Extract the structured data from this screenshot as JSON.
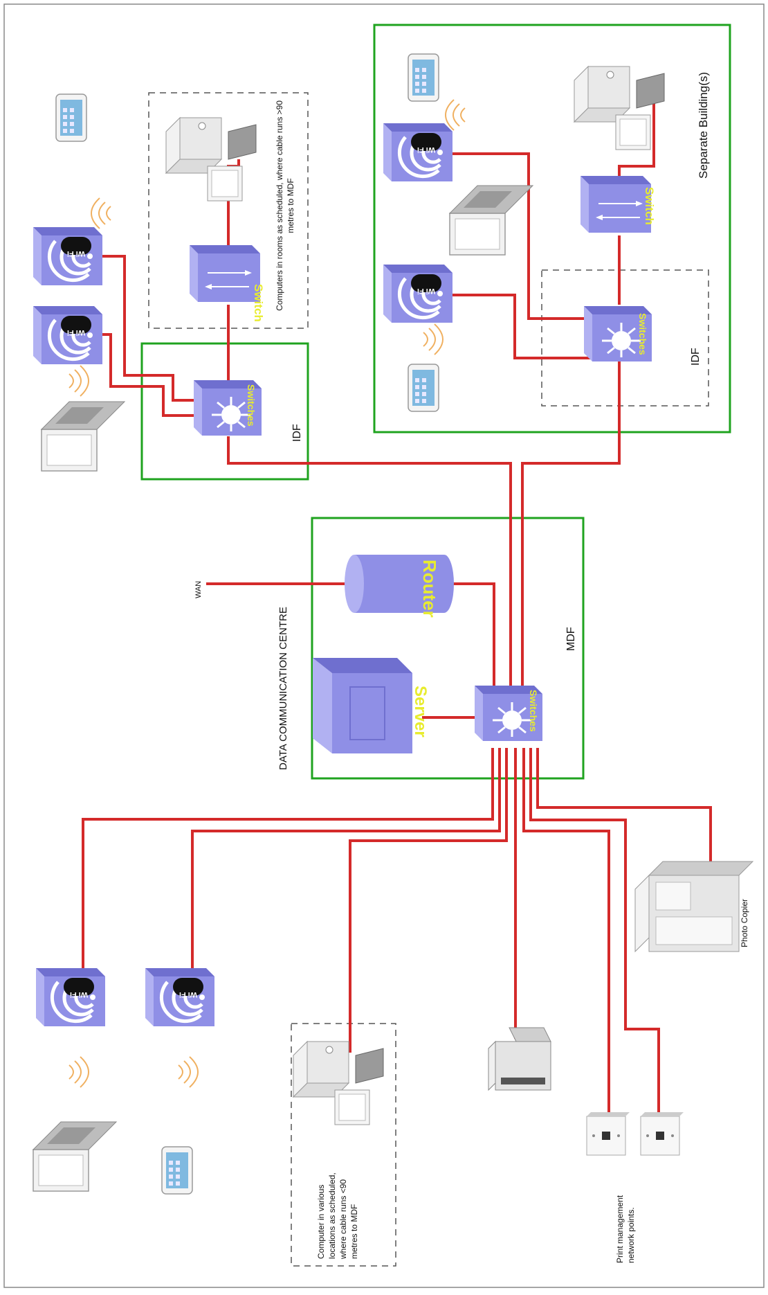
{
  "colors": {
    "cable": "#d42a2a",
    "zone_border": "#1fa31f",
    "device_fill": "#8f8fe6",
    "device_side": "#6f6fcf",
    "device_top": "#b1b1f2",
    "device_label": "#e8ec2f",
    "wifi_signal": "#f0b060",
    "dashed_border": "#555555"
  },
  "labels": {
    "separate_buildings": "Separate Building(s)",
    "idf_left": "IDF",
    "idf_right": "IDF",
    "mdf": "MDF",
    "data_centre": "DATA COMMUNICATION CENTRE",
    "wan": "WAN",
    "photo_copier": "Photo Copier",
    "print_points": "Print management network points.",
    "remote_computers_note": "Computers in rooms as scheduled, where cable runs >90 metres to MDF",
    "local_computers_note": "Computer in various locations as scheduled, where cable runs <90 metres to MDF"
  },
  "devices": {
    "switch_label": "Switch",
    "switches_label": "Switches",
    "router_label": "Router",
    "server_label": "Server",
    "wifi_label": "Wi Fi"
  },
  "icons": [
    "wifi-icon",
    "tablet-icon",
    "laptop-icon",
    "desktop-computer-icon",
    "printer-icon",
    "photo-copier-icon",
    "network-point-icon"
  ]
}
